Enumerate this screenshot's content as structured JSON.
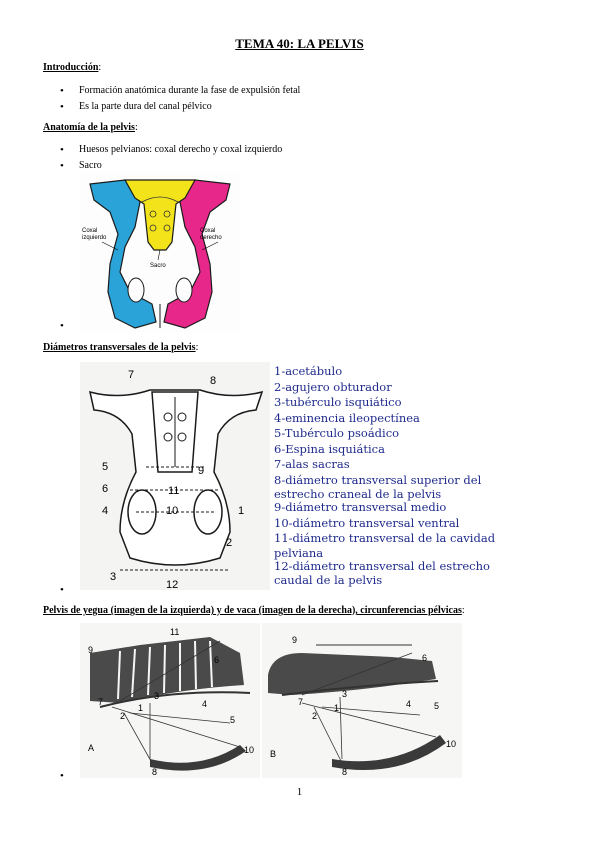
{
  "title": "TEMA 40: LA PELVIS",
  "sections": {
    "intro": {
      "heading": "Introducción",
      "items": [
        "Formación anatómica durante la fase de expulsión fetal",
        "Es la parte dura del canal pélvico"
      ]
    },
    "anatomy": {
      "heading": "Anatomía de la pelvis",
      "items": [
        "Huesos pelvianos: coxal derecho y coxal izquierdo",
        "Sacro"
      ],
      "figure_labels": {
        "left": "Coxal izquierdo",
        "right": "Coxal derecho",
        "center": "Sacro"
      },
      "colors": {
        "left": "#2aa3d8",
        "sacrum": "#f2e31b",
        "right": "#e8278a"
      }
    },
    "diameters": {
      "heading": "Diámetros transversales de la pelvis",
      "figure_numbers": [
        "7",
        "8",
        "5",
        "9",
        "6",
        "11",
        "4",
        "10",
        "1",
        "2",
        "3",
        "12"
      ],
      "legend": [
        "1-acetábulo",
        "2-agujero obturador",
        "3-tubérculo isquiático",
        "4-eminencia ileopectínea",
        "5-Tubérculo psoádico",
        "6-Espina isquiática",
        "7-alas sacras",
        "8-diámetro transversal superior del",
        "estrecho craneal de la pelvis",
        "9-diámetro transversal medio",
        "10-diámetro transversal ventral",
        "11-diámetro transversal de la cavidad",
        "pelviana",
        "12-diámetro transversal del estrecho",
        "caudal de la pelvis"
      ],
      "legend_color": "#1e2a8c"
    },
    "pelvis_compare": {
      "heading": "Pelvis de yegua (imagen de la izquierda) y de vaca (imagen de la derecha), circunferencias pélvicas",
      "left_numbers": [
        "11",
        "9",
        "6",
        "7",
        "2",
        "1",
        "3",
        "4",
        "5",
        "10",
        "8",
        "A"
      ],
      "right_numbers": [
        "9",
        "6",
        "7",
        "2",
        "1",
        "3",
        "4",
        "5",
        "10",
        "8",
        "B"
      ]
    }
  },
  "page_number": "1"
}
